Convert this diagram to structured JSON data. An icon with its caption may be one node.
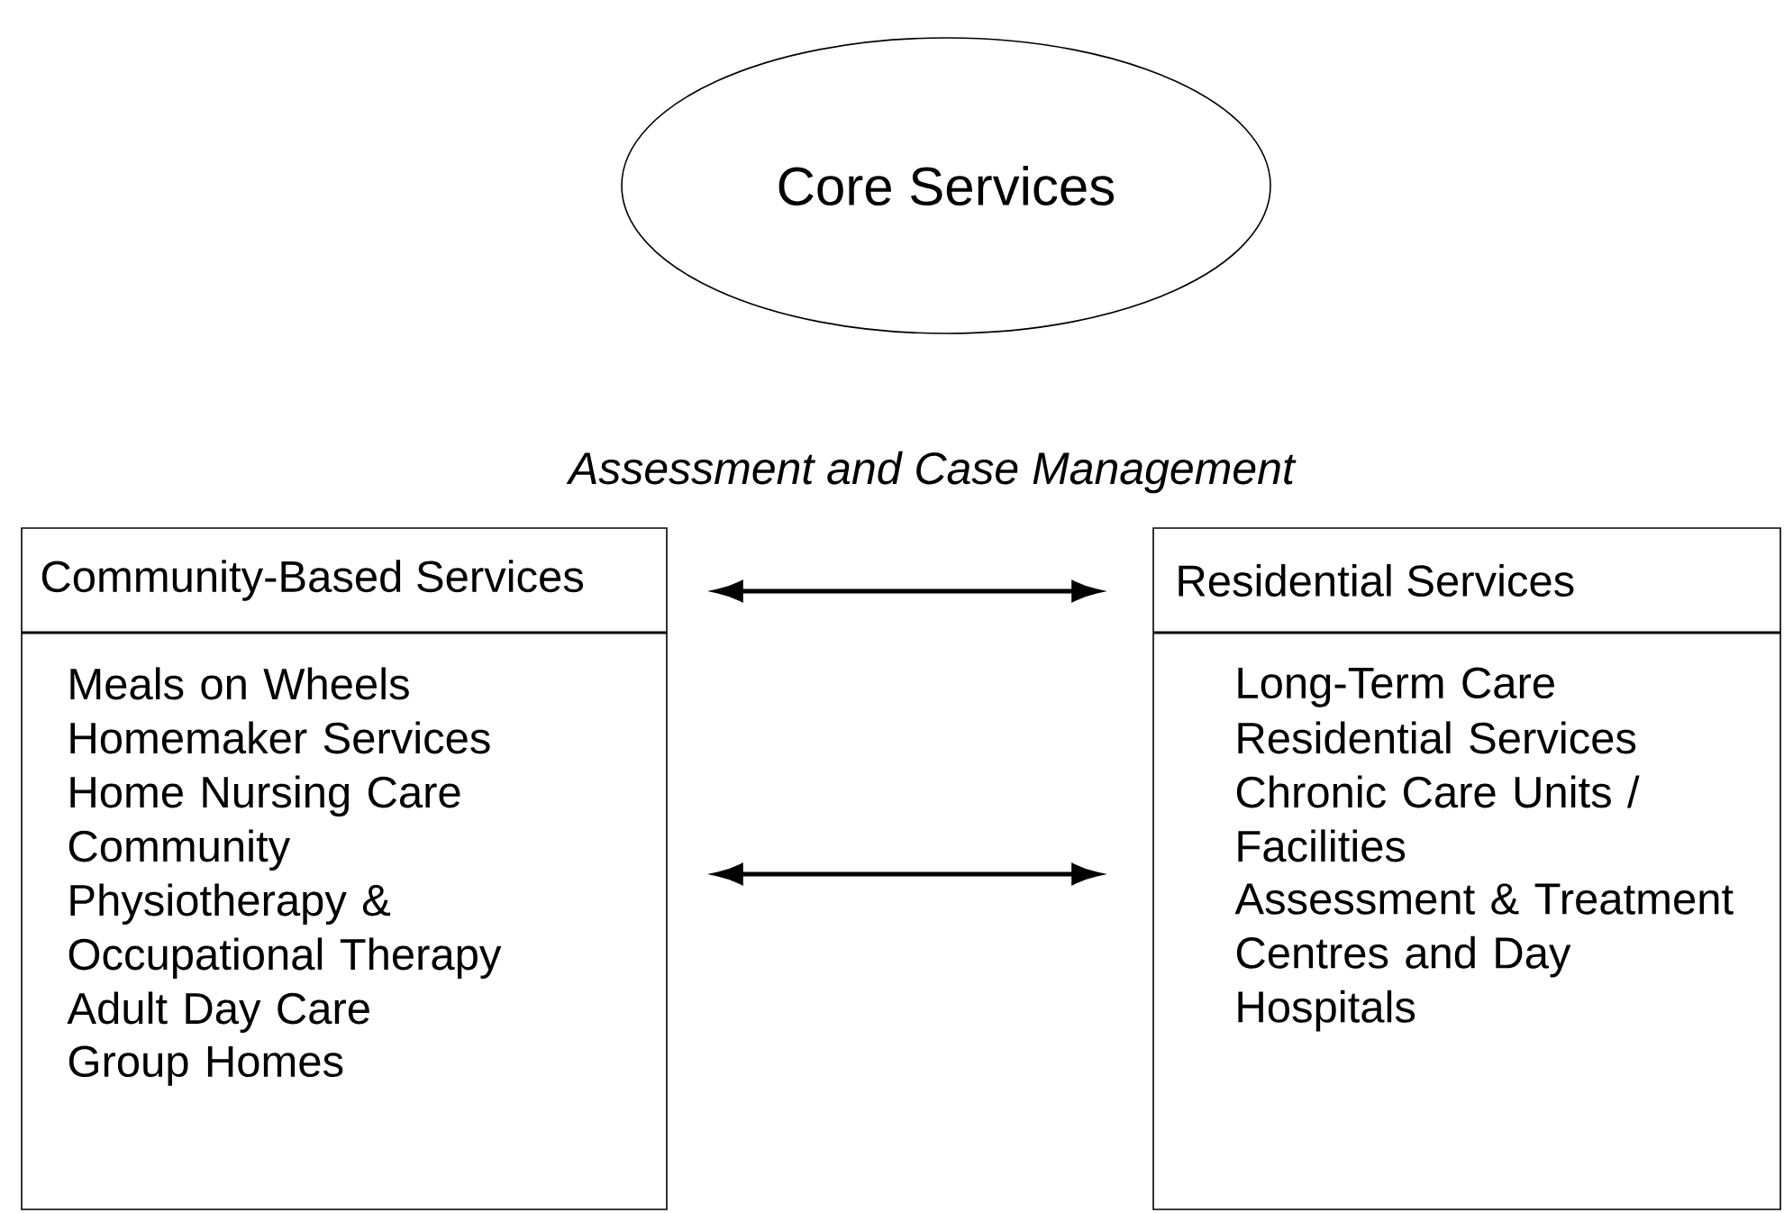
{
  "diagram": {
    "nodes": [
      {
        "text": [
          "Core Services"
        ]
      },
      {
        "text": [
          "Community-Based Services",
          "Meals on Wheels",
          "Homemaker Services",
          "Home Nursing Care",
          "Community Physiotherapy & Occupational Therapy",
          "Adult Day Care",
          "Group Homes"
        ]
      },
      {
        "text": [
          "Residential Services",
          "Long-Term Care",
          "Residential Services",
          "Chronic Care Units / Facilities",
          "Assessment & Treatment Centres and Day Hospitals"
        ]
      }
    ],
    "edges": [
      {
        "from": 1,
        "to": 2,
        "arrow": "both"
      },
      {
        "from": 1,
        "to": 2,
        "arrow": "both"
      }
    ],
    "labels": [
      "Assessment and Case Management"
    ]
  }
}
